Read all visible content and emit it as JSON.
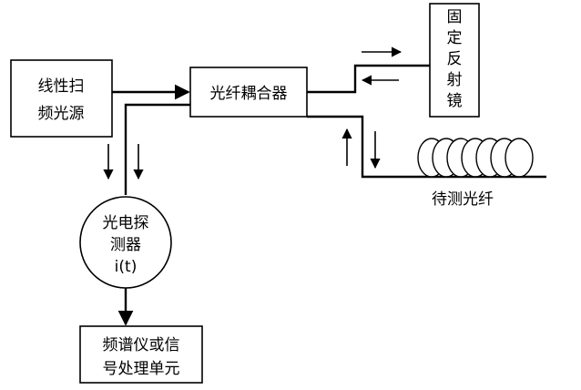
{
  "blocks": {
    "laser": [
      "线性扫",
      "频光源"
    ],
    "coupler": "光纤耦合器",
    "mirror": [
      "固",
      "定",
      "反",
      "射",
      "镜"
    ],
    "detector": [
      "光电探",
      "测器",
      "i(t)"
    ],
    "analyzer": [
      "频谱仪或信",
      "号处理单元"
    ]
  },
  "labels": {
    "fiber_under_test": "待测光纤"
  }
}
